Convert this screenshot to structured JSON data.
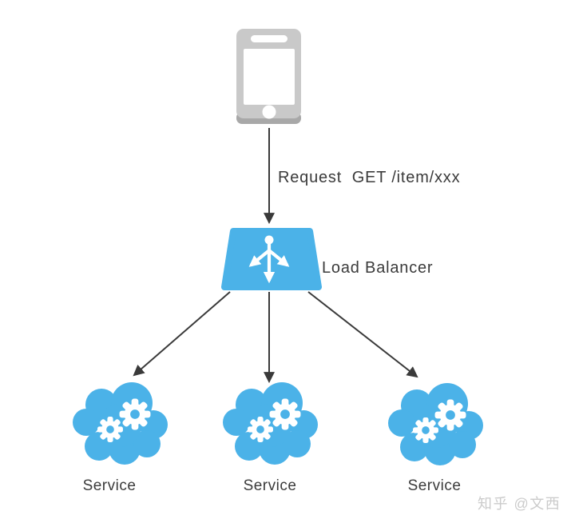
{
  "client": {
    "icon": "smartphone-icon"
  },
  "request_edge": {
    "label": "Request  GET /item/xxx"
  },
  "load_balancer": {
    "icon": "load-balancer-icon",
    "label": "Load Balancer"
  },
  "services": [
    {
      "icon": "cloud-gears-icon",
      "label": "Service"
    },
    {
      "icon": "cloud-gears-icon",
      "label": "Service"
    },
    {
      "icon": "cloud-gears-icon",
      "label": "Service"
    }
  ],
  "watermark": {
    "text": "知乎 @文西"
  },
  "colors": {
    "background": "#ffffff",
    "accent_blue": "#4bb2e8",
    "phone_body_gray": "#c9c9c9",
    "phone_base_gray": "#a8a8a8",
    "arrow_dark": "#3a3a3a",
    "label_text": "#3b3b3b",
    "watermark_gray": "#cbcbcb"
  }
}
